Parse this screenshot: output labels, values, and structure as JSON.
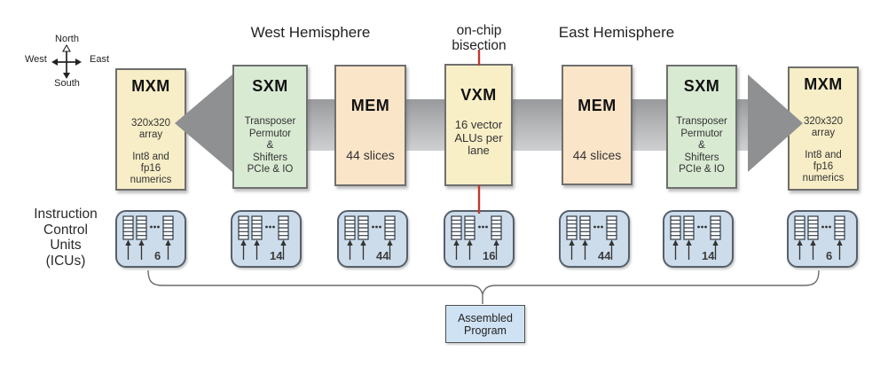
{
  "colors": {
    "mxm_fill": "#f7edc6",
    "sxm_fill": "#d9ead3",
    "mem_fill": "#fbe5c8",
    "vxm_fill": "#f9efc7",
    "icu_fill": "#ccdcea",
    "program_fill": "#cfe2f3",
    "arrow_head_gray": "#8e9092",
    "bisection_red": "#bf3a2e"
  },
  "compass": {
    "north": "North",
    "south": "South",
    "west": "West",
    "east": "East"
  },
  "header": {
    "west_hemisphere": "West Hemisphere",
    "east_hemisphere": "East Hemisphere",
    "bisection_line1": "on-chip",
    "bisection_line2": "bisection"
  },
  "blocks": {
    "mxm_west": {
      "title": "MXM",
      "array": "320x320 array",
      "numerics": "Int8 and fp16 numerics"
    },
    "sxm_west": {
      "title": "SXM",
      "lines": [
        "Transposer",
        "Permutor",
        "&",
        "Shifters",
        "PCIe & IO"
      ]
    },
    "mem_west": {
      "title": "MEM",
      "slices": "44 slices"
    },
    "vxm": {
      "title": "VXM",
      "desc": "16 vector ALUs per lane"
    },
    "mem_east": {
      "title": "MEM",
      "slices": "44 slices"
    },
    "sxm_east": {
      "title": "SXM",
      "lines": [
        "Transposer",
        "Permutor",
        "&",
        "Shifters",
        "PCIe & IO"
      ]
    },
    "mxm_east": {
      "title": "MXM",
      "array": "320x320 array",
      "numerics": "Int8 and fp16 numerics"
    }
  },
  "icu": {
    "label_lines": [
      "Instruction",
      "Control",
      "Units",
      "(ICUs)"
    ],
    "counts": [
      "6",
      "14",
      "44",
      "16",
      "44",
      "14",
      "6"
    ]
  },
  "assembled_program": {
    "label": "Assembled Program"
  }
}
